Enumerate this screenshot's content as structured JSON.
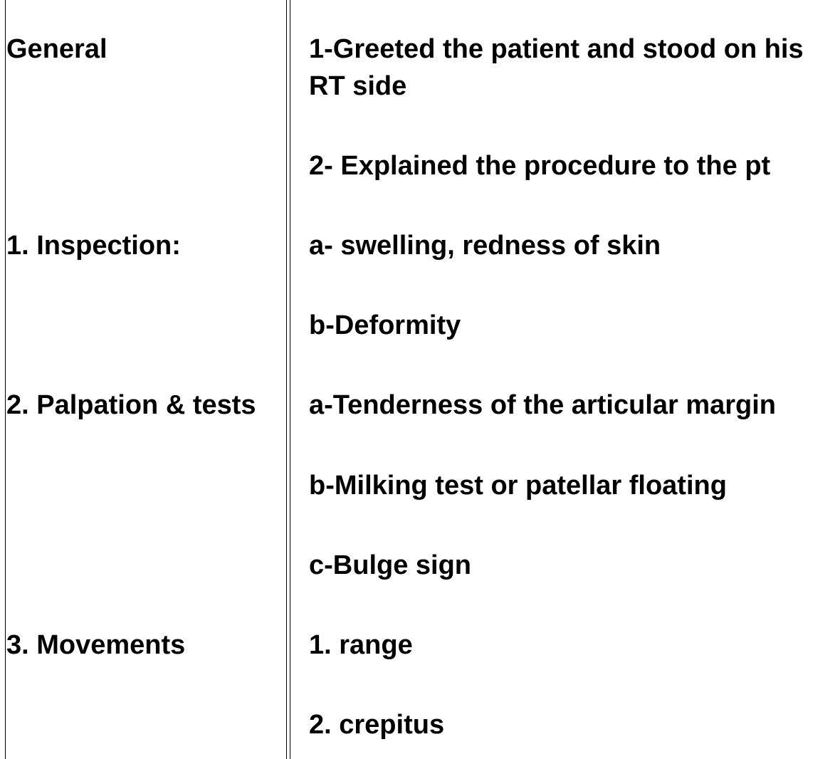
{
  "rows": [
    {
      "category": "General",
      "item": "1-Greeted the patient and stood on his RT side"
    },
    {
      "category": "",
      "item": "2- Explained the procedure to the pt"
    },
    {
      "category": "1. Inspection:",
      "item": "a- swelling, redness of skin"
    },
    {
      "category": "",
      "item": "b-Deformity"
    },
    {
      "category": "2. Palpation & tests",
      "item": "a-Tenderness of the articular margin"
    },
    {
      "category": "",
      "item": "b-Milking test or patellar floating"
    },
    {
      "category": "",
      "item": "c-Bulge sign"
    },
    {
      "category": "3. Movements",
      "item": "1. range"
    },
    {
      "category": "",
      "item": "2. crepitus"
    }
  ]
}
